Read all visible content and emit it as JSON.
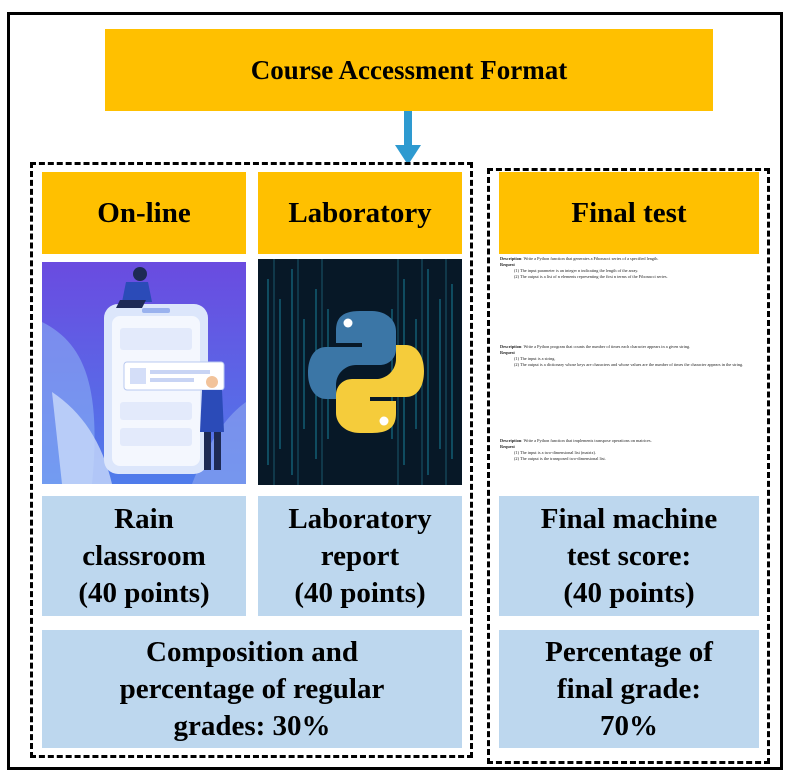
{
  "title": "Course Accessment Format",
  "columns": {
    "online": {
      "header": "On-line",
      "icon": "phone-classroom-illustration",
      "score": "Rain\nclassroom\n(40 points)"
    },
    "laboratory": {
      "header": "Laboratory",
      "icon": "python-logo",
      "score": "Laboratory\nreport\n(40 points)"
    },
    "final": {
      "header": "Final test",
      "score": "Final machine\ntest score:\n(40 points)",
      "questions": [
        {
          "label": "Description",
          "description": ": Write a Python function that generates a Fibonacci series of a specified length.",
          "request_label": "Request",
          "items": [
            "(1) The input parameter is an integer n indicating the length of the array.",
            "(2) The output is a list of n elements representing the first n terms of the Fibonacci series."
          ]
        },
        {
          "label": "Description",
          "description": ": Write a Python program that counts the number of times each character appears in a given string.",
          "request_label": "Request",
          "items": [
            "(1) The input is a string.",
            "(2) The output is a dictionary whose keys are characters and whose values are the number of times the character appears in the string."
          ]
        },
        {
          "label": "Description",
          "description": ": Write a Python function that implements transpose operations on matrices.",
          "request_label": "Request",
          "items": [
            "(1) The input is a two-dimensional list (matrix).",
            "(2) The output is the transposed two-dimensional list."
          ]
        }
      ]
    }
  },
  "regular_summary": "Composition and\npercentage of regular\ngrades: 30%",
  "final_summary": "Percentage of\nfinal grade:\n70%",
  "colors": {
    "header_fill": "#FFC000",
    "box_fill": "#BDD7EE",
    "arrow": "#2E9AD0"
  }
}
